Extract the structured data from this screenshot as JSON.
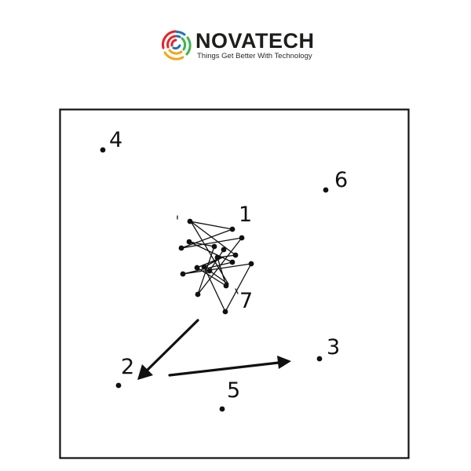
{
  "header": {
    "brand_name": "NOVATECH",
    "tagline": "Things Get Better With Technology",
    "logo_icon": "swirl-logo-icon",
    "logo_colors": [
      "#e3262b",
      "#f7a21b",
      "#3bb54a",
      "#1d74bb"
    ]
  },
  "diagram": {
    "labels": {
      "p1": "1",
      "p2": "2",
      "p3": "3",
      "p4": "4",
      "p5": "5",
      "p6": "6",
      "p7": "7"
    },
    "line_color": "#111111"
  }
}
